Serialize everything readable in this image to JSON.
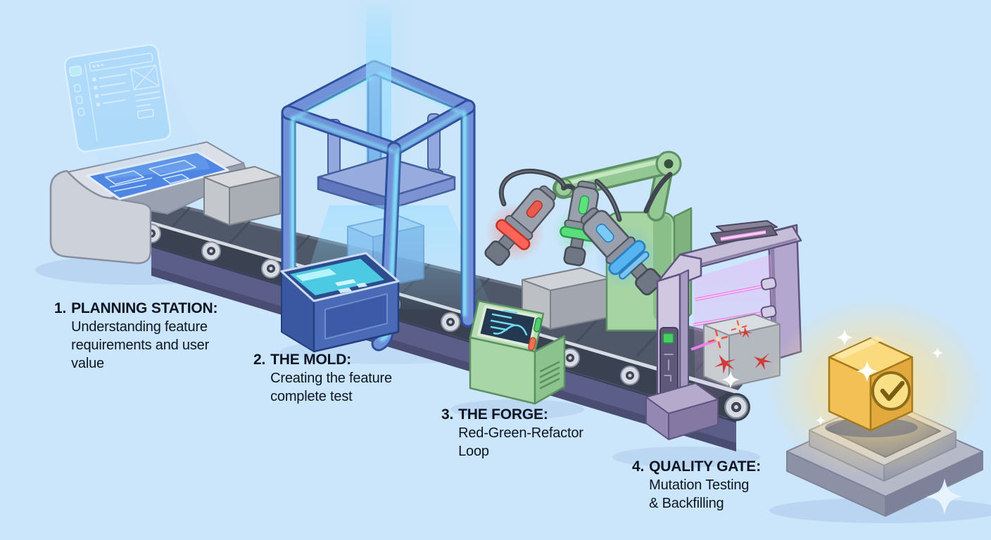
{
  "canvas": {
    "background": "#cbe5fa"
  },
  "stations": [
    {
      "number": "1.",
      "title": "PLANNING STATION:",
      "description": "Understanding feature requirements and user value"
    },
    {
      "number": "2.",
      "title": "THE MOLD:",
      "description": "Creating the feature complete test"
    },
    {
      "number": "3.",
      "title": "THE FORGE:",
      "description": "Red-Green-Refactor Loop"
    },
    {
      "number": "4.",
      "title": "QUALITY GATE:",
      "description": "Mutation Testing & Backfilling"
    }
  ],
  "illustration": {
    "scene": "Isometric assembly-line illustration of a software development pipeline",
    "elements": {
      "planning_station": "gray machine with blue blueprint screen and floating holographic wireframe display",
      "conveyor": "long conveyor belt with rollers carrying gray boxes between stations",
      "mold": "blue cube press frame with glowing cyan edges, pistons and a light beam stamping a translucent block",
      "forge": "green robot arm with red, green and blue glowing tools working a gray block, plus a console showing a graph",
      "quality_gate": "purple scanner arch firing pink laser beams at a block marked with red cracks",
      "output": "glowing golden package with a checkmark badge on a gray pedestal"
    },
    "colors": {
      "background": "#cbe5fa",
      "label_text": "#0d1523",
      "belt_top": "#4f5869",
      "belt_base": "#5c5e8a",
      "machine_gray": "#ccd1da",
      "screen_blue": "#4f86e4",
      "hologram_blue": "#a8d4f4",
      "mold_frame_blue": "#7090d8",
      "mold_glow_cyan": "#86f6ff",
      "forge_green": "#a6d4a3",
      "tool_red": "#ff6257",
      "tool_green": "#59de7b",
      "tool_blue": "#58b4f0",
      "gate_purple": "#c6bdd9",
      "laser_pink": "#ee82ee",
      "mutation_red": "#cf3d38",
      "package_gold": "#f3c055"
    }
  }
}
